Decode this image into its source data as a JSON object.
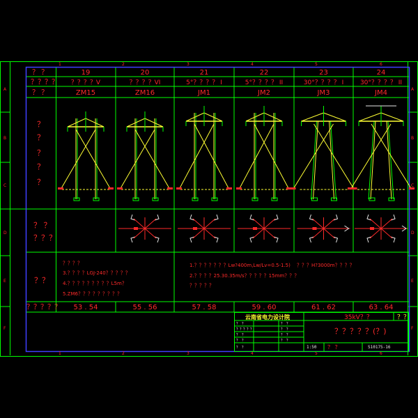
{
  "header": {
    "row1_label": "？ ？",
    "row2_label": "？？？？",
    "row3_label": "？ ？",
    "columns": [
      {
        "num": "19",
        "type": "？？？？V",
        "code": "ZM15",
        "pages": "53 . 54"
      },
      {
        "num": "20",
        "type": "？？？？VI",
        "code": "ZM16",
        "pages": "55 . 56"
      },
      {
        "num": "21",
        "type": "5°？？？？ I",
        "code": "JM1",
        "pages": "57 . 58"
      },
      {
        "num": "22",
        "type": "5°？？？？ II",
        "code": "JM2",
        "pages": "59 . 60"
      },
      {
        "num": "23",
        "type": "30°？？？？ I",
        "code": "JM3",
        "pages": "61 . 62"
      },
      {
        "num": "24",
        "type": "30°？？？？ II",
        "code": "JM4",
        "pages": "63 . 64"
      }
    ]
  },
  "side_labels": {
    "elevation": [
      "？",
      "？",
      "？",
      "？",
      "？"
    ],
    "plan": [
      "？ ？",
      "？？？"
    ],
    "notes": "？？",
    "pages": "？？？？？"
  },
  "notes_left": [
    "？？？？",
    "3.？？？？LGJ-240？？？？？",
    "4.？？？？？？？？？L5m？",
    "5.ZM6？？？？？？？？？"
  ],
  "notes_right": [
    "1.？？？？？？？Lw?400m,Lw/Lv=0.5-1.5)",
    "？？？H?3000m？？？？",
    "2.？？？？25.30.35m/s？？？？？15mm？？？",
    "？？？？？"
  ],
  "grid_marks": {
    "cols": [
      "1",
      "2",
      "3",
      "4",
      "5",
      "6"
    ],
    "rows": [
      "A",
      "B",
      "C",
      "D",
      "E",
      "F"
    ]
  },
  "title_block": {
    "company": "云南省电力设计院",
    "project": "35kV？？",
    "sheet": "？？",
    "drawing_title": "？？？？？(？)",
    "scale": "1:50",
    "label_a": "？ ？",
    "drawing_no": "S10175-16",
    "rows": [
      "？ ？",
      "？？？？？",
      "？ ？",
      "？ ？",
      "？ ？"
    ]
  },
  "colors": {
    "frame": "#00ff00",
    "text": "#ff2a2a",
    "tower": "#ffff33",
    "structure": "#00ff00",
    "border": "#4040ff"
  }
}
